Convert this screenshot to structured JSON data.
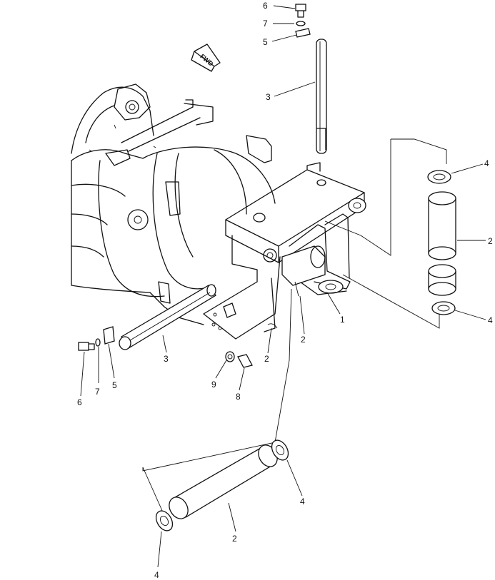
{
  "fwd_label": "FWD",
  "callouts": [
    "6",
    "7",
    "5",
    "3",
    "4",
    "2",
    "4",
    "1",
    "2",
    "2",
    "3",
    "6",
    "7",
    "5",
    "9",
    "8",
    "4",
    "2",
    "4"
  ]
}
